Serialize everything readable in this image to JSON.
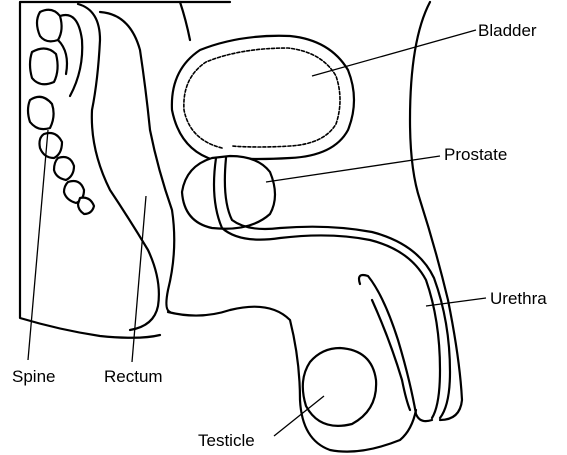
{
  "labels": {
    "bladder": "Bladder",
    "prostate": "Prostate",
    "urethra": "Urethra",
    "spine": "Spine",
    "rectum": "Rectum",
    "testicle": "Testicle"
  }
}
